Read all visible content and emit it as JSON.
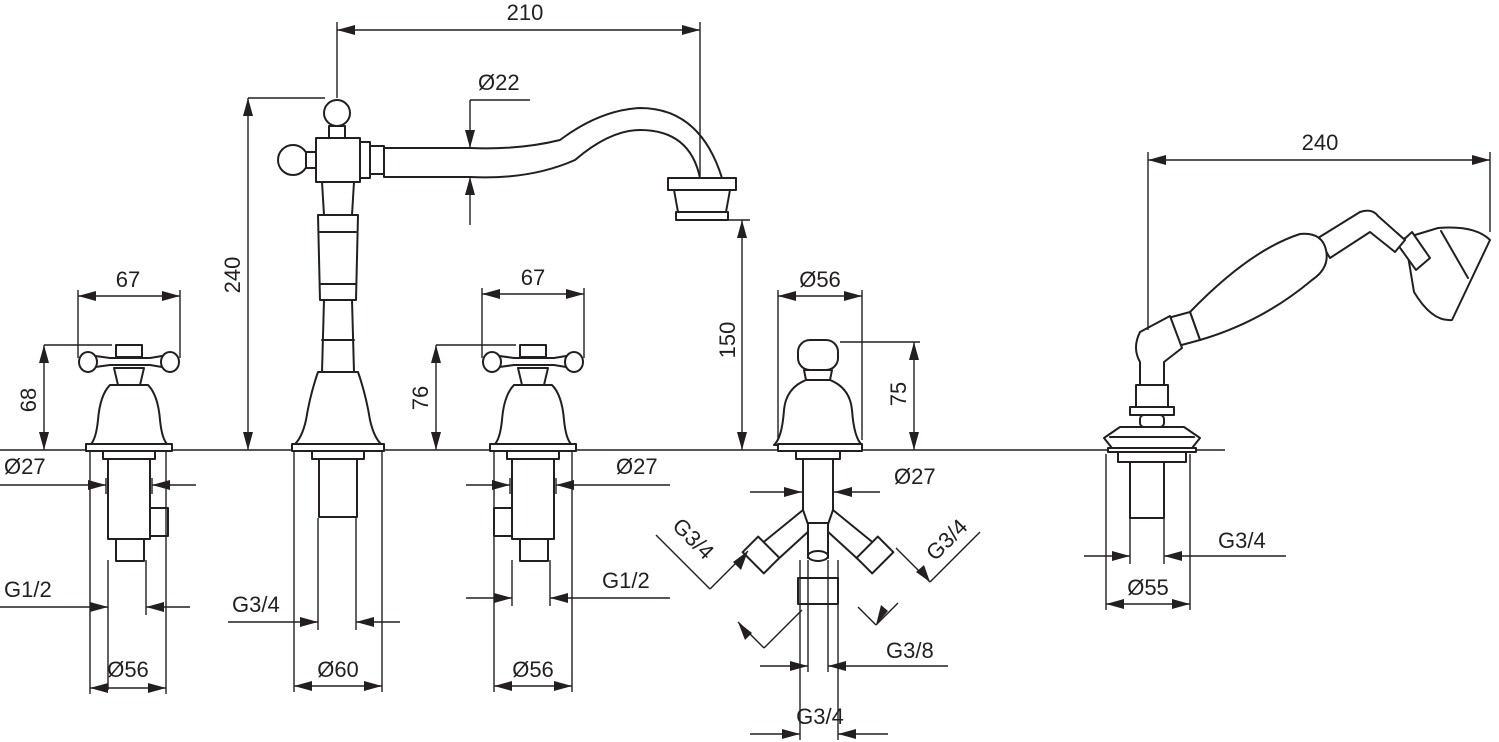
{
  "labels": {
    "spout_reach": "210",
    "spout_pipe_diameter": "Ø22",
    "spout_total_height": "240",
    "spout_outlet_height": "150",
    "left_valve_width": "67",
    "left_valve_height": "68",
    "left_stem_diameter": "Ø27",
    "left_thread": "G1/2",
    "left_base_diameter": "Ø56",
    "spout_thread": "G3/4",
    "spout_base_diameter": "Ø60",
    "right_valve_width": "67",
    "right_valve_height": "76",
    "right_stem_diameter": "Ø27",
    "right_thread": "G1/2",
    "right_base_diameter": "Ø56",
    "diverter_diameter": "Ø56",
    "diverter_height": "75",
    "diverter_stem_diameter": "Ø27",
    "diverter_left_thread": "G3/4",
    "diverter_right_thread": "G3/4",
    "diverter_center_thread": "G3/8",
    "diverter_bottom_thread": "G3/4",
    "shower_length": "240",
    "shower_thread": "G3/4",
    "shower_base_diameter": "Ø55"
  }
}
